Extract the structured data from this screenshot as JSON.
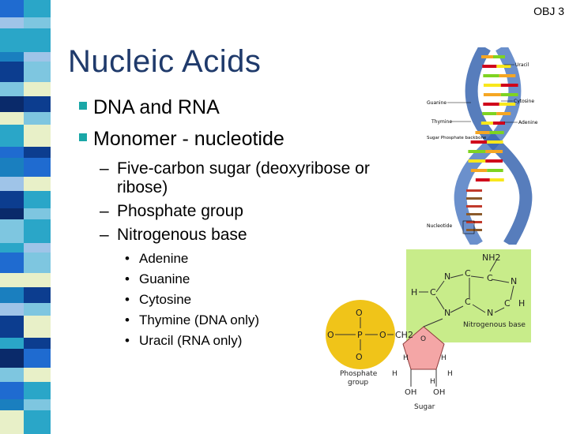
{
  "header": {
    "obj_label": "OBJ 3"
  },
  "slide": {
    "title": "Nucleic Acids",
    "bullets": [
      {
        "text": "DNA and RNA"
      },
      {
        "text": "Monomer - nucleotide"
      }
    ],
    "sub_bullets": [
      {
        "dash": "–",
        "text": "Five-carbon sugar (deoxyribose or ribose)"
      },
      {
        "dash": "–",
        "text": "Phosphate group"
      },
      {
        "dash": "–",
        "text": "Nitrogenous base"
      }
    ],
    "sub_sub_bullets": [
      {
        "dot": "•",
        "text": "Adenine"
      },
      {
        "dot": "•",
        "text": "Guanine"
      },
      {
        "dot": "•",
        "text": "Cytosine"
      },
      {
        "dot": "•",
        "text": "Thymine (DNA only)"
      },
      {
        "dot": "•",
        "text": "Uracil (RNA only)"
      }
    ]
  },
  "dna_figure": {
    "labels": {
      "uracil": "Uracil",
      "cytosine_right": "Cytosine",
      "guanine": "Guanine",
      "adenine": "Adenine",
      "thymine": "Thymine",
      "backbone": "Sugar Phosphate backbone",
      "nucleotide": "Nucleotide"
    }
  },
  "nucleotide_figure": {
    "nh2": "NH2",
    "n_labels": [
      "N",
      "N",
      "N",
      "N"
    ],
    "c_labels": [
      "C",
      "C",
      "C",
      "C",
      "C"
    ],
    "h_labels": [
      "H",
      "H",
      "H",
      "H",
      "H",
      "H",
      "H"
    ],
    "o_labels": [
      "O",
      "O",
      "O",
      "O",
      "O"
    ],
    "p_label": "P",
    "ch2": "CH2",
    "oh": [
      "OH",
      "OH"
    ],
    "nitrogenous_base": "Nitrogenous base",
    "phosphate_group": "Phosphate group",
    "sugar": "Sugar"
  },
  "colors": {
    "title": "#1f3a6b",
    "bullet_square": "#1aa7a7",
    "stripe_palette": [
      "#1f6bd0",
      "#0c3d8f",
      "#2aa6c8",
      "#7ec6e0",
      "#e8f0c8",
      "#9fc4e8",
      "#1a7fbf",
      "#0a2a6a"
    ],
    "phosphate_circle": "#f0c419",
    "sugar_pentagon": "#f4a6a6",
    "base_box": "#c8ec8a"
  }
}
